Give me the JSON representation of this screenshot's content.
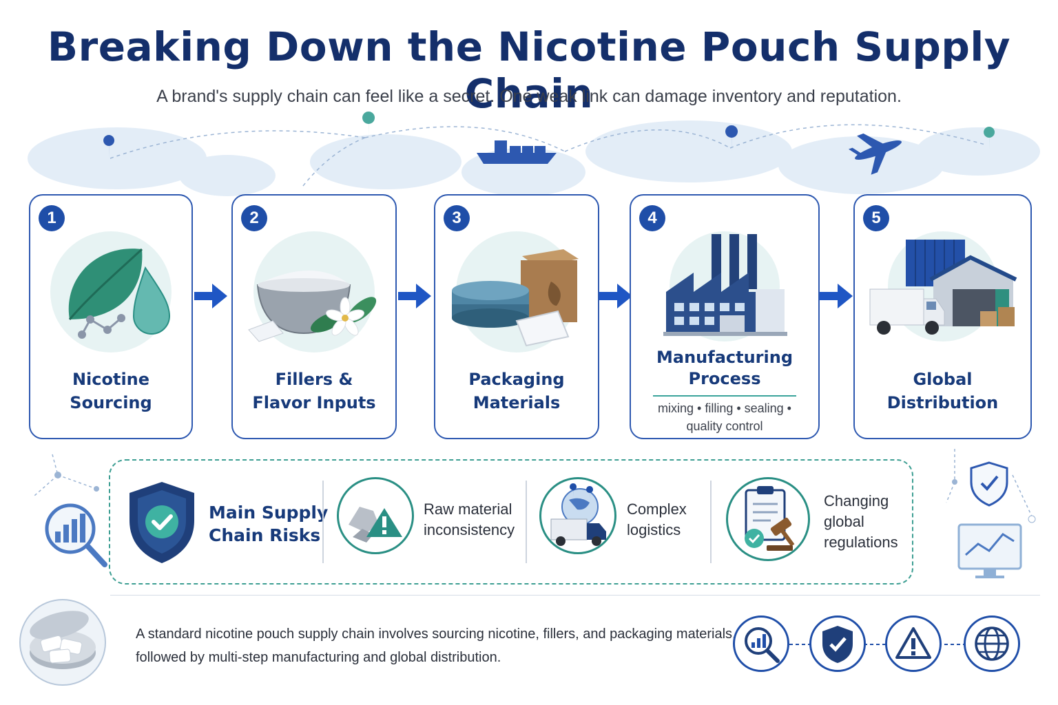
{
  "header": {
    "title": "Breaking Down the Nicotine Pouch Supply Chain",
    "subtitle": "A brand's supply chain can feel like a secret. One weak link can damage inventory and reputation."
  },
  "steps": [
    {
      "number": "1",
      "line1": "Nicotine",
      "line2": "Sourcing",
      "icon": "leaf-drop-icon"
    },
    {
      "number": "2",
      "line1": "Fillers &",
      "line2": "Flavor Inputs",
      "icon": "powder-bowl-icon"
    },
    {
      "number": "3",
      "line1": "Packaging",
      "line2": "Materials",
      "icon": "tin-box-icon"
    },
    {
      "number": "4",
      "line1": "Manufacturing",
      "line2": "Process",
      "sub1": "mixing • filling • sealing •",
      "sub2": "quality control",
      "icon": "factory-icon"
    },
    {
      "number": "5",
      "line1": "Global",
      "line2": "Distribution",
      "icon": "truck-warehouse-icon"
    }
  ],
  "risks": {
    "title_line1": "Main Supply",
    "title_line2": "Chain Risks",
    "items": [
      {
        "line1": "Raw material",
        "line2": "inconsistency",
        "icon": "rock-warning-icon"
      },
      {
        "line1": "Complex",
        "line2": "logistics",
        "icon": "globe-truck-icon"
      },
      {
        "line1": "Changing",
        "line2": "global",
        "line3": "regulations",
        "icon": "clipboard-gavel-icon"
      }
    ]
  },
  "footer": {
    "line1": "A standard nicotine pouch supply chain involves sourcing nicotine, fillers, and packaging materials,",
    "line2": "followed by multi-step manufacturing and global distribution."
  },
  "colors": {
    "navy": "#142f6b",
    "blue": "#1f4ea8",
    "teal": "#2a8f84",
    "light": "#e6f0f7"
  }
}
